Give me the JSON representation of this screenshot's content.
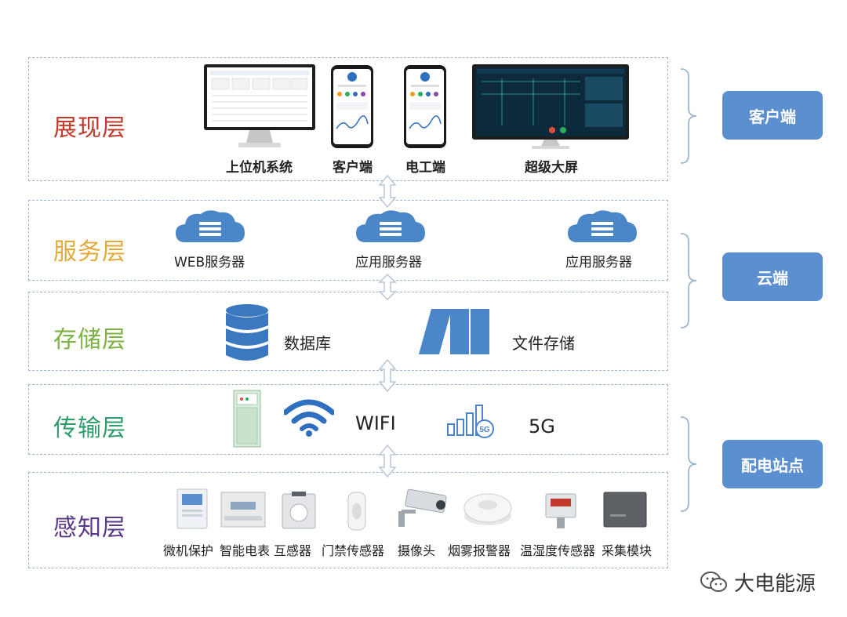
{
  "layers": {
    "presentation": {
      "title": "展现层",
      "color": "#c0392b",
      "items": [
        "上位机系统",
        "客户端",
        "电工端",
        "超级大屏"
      ]
    },
    "service": {
      "title": "服务层",
      "color": "#e2a93b",
      "items": [
        "WEB服务器",
        "应用服务器",
        "应用服务器"
      ]
    },
    "storage": {
      "title": "存储层",
      "color": "#7cb342",
      "items": [
        "数据库",
        "文件存储"
      ]
    },
    "transport": {
      "title": "传输层",
      "color": "#2e9d6b",
      "items": [
        "WIFI",
        "5G"
      ],
      "badge_5g": "5G"
    },
    "perception": {
      "title": "感知层",
      "color": "#5b3a8a",
      "items": [
        "微机保护",
        "智能电表",
        "互感器",
        "门禁传感器",
        "摄像头",
        "烟雾报警器",
        "温湿度传感器",
        "采集模块"
      ]
    }
  },
  "side": {
    "client": "客户端",
    "cloud": "云端",
    "station": "配电站点"
  },
  "watermark": "大电能源",
  "accent": "#5b8fcf"
}
